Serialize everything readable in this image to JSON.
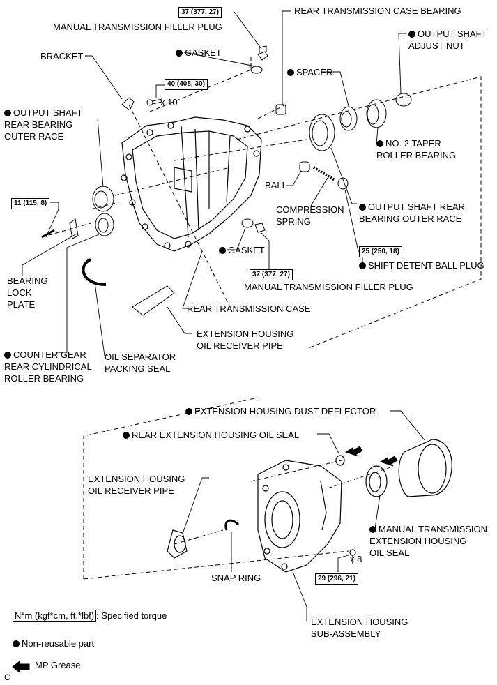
{
  "labels": {
    "rear_case_bearing": "REAR TRANSMISSION CASE BEARING",
    "manual_filler_plug_top": "MANUAL TRANSMISSION FILLER PLUG",
    "output_shaft_adjust_nut": "OUTPUT SHAFT\nADJUST NUT",
    "bracket": "BRACKET",
    "gasket_top": "GASKET",
    "spacer": "SPACER",
    "output_rear_bearing_outer_race_left": "OUTPUT SHAFT\nREAR BEARING\nOUTER RACE",
    "no2_taper_roller_bearing": "NO. 2 TAPER\nROLLER BEARING",
    "ball": "BALL",
    "compression_spring": "COMPRESSION\nSPRING",
    "output_rear_bearing_outer_race_right": "OUTPUT SHAFT REAR\nBEARING OUTER RACE",
    "gasket_bottom": "GASKET",
    "shift_detent_ball_plug": "SHIFT DETENT BALL PLUG",
    "manual_filler_plug_bottom": "MANUAL TRANSMISSION FILLER PLUG",
    "bearing_lock_plate": "BEARING\nLOCK\nPLATE",
    "rear_transmission_case": "REAR TRANSMISSION CASE",
    "ext_housing_oil_receiver_pipe_top": "EXTENSION HOUSING\nOIL RECEIVER PIPE",
    "counter_gear_rear_bearing": "COUNTER GEAR\nREAR CYLINDRICAL\nROLLER BEARING",
    "oil_separator_packing_seal": "OIL SEPARATOR\nPACKING SEAL",
    "ext_housing_dust_deflector": "EXTENSION HOUSING DUST DEFLECTOR",
    "rear_ext_housing_oil_seal": "REAR EXTENSION HOUSING OIL SEAL",
    "ext_housing_oil_receiver_pipe_bottom": "EXTENSION HOUSING\nOIL RECEIVER PIPE",
    "manual_ext_housing_oil_seal": "MANUAL TRANSMISSION\nEXTENSION HOUSING\nOIL SEAL",
    "snap_ring": "SNAP RING",
    "ext_housing_sub_assembly": "EXTENSION HOUSING\nSUB-ASSEMBLY"
  },
  "torques": {
    "t_filler_top": "37 (377, 27)",
    "t_bolt_40": "40 (408, 30)",
    "t_11": "11 (115, 8)",
    "t_25": "25 (250, 18)",
    "t_filler_bottom": "37 (377, 27)",
    "t_29": "29 (296, 21)"
  },
  "quantities": {
    "x10": "x 10",
    "x8": "x 8"
  },
  "legend": {
    "torque_box": "N*m (kgf*cm, ft.*lbf)",
    "torque_text": ": Specified torque",
    "non_reusable": "Non-reusable part",
    "mp_grease": "MP Grease",
    "corner_code": "C"
  }
}
